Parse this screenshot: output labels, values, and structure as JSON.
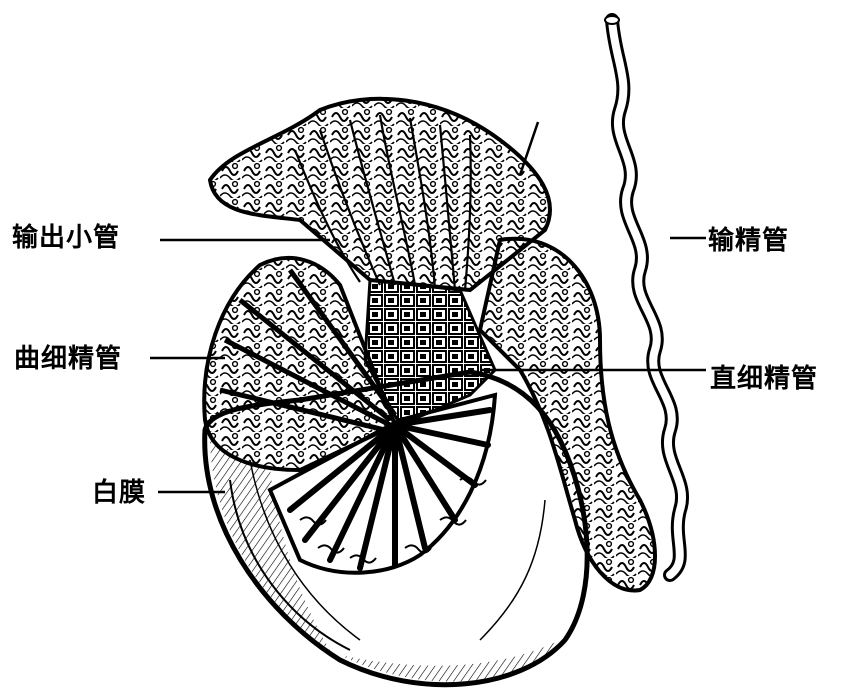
{
  "labels": {
    "efferent_ductules": "输出小管",
    "vas_deferens": "输精管",
    "seminiferous_tubules": "曲细精管",
    "tubuli_recti": "直细精管",
    "tunica_albuginea": "白膜"
  },
  "colors": {
    "ink": "#000000",
    "paper": "#ffffff"
  }
}
